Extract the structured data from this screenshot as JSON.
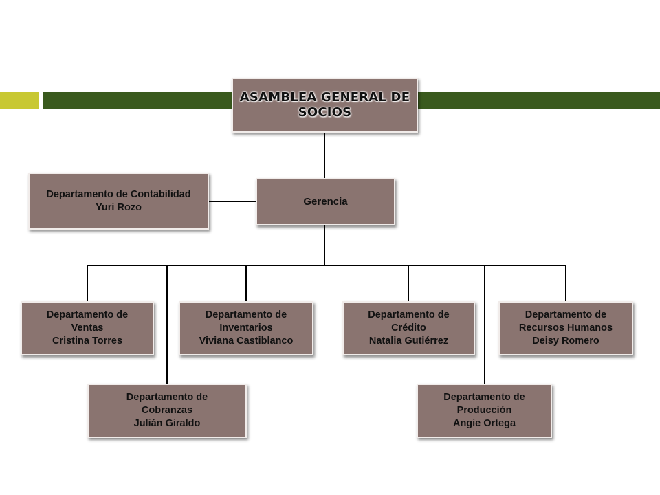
{
  "decor": {
    "accent_yellow": "#c8c832",
    "accent_green": "#3a5a1e",
    "box_fill": "#8a7470",
    "box_border": "#f1ecea"
  },
  "org": {
    "asamblea": {
      "line1": "ASAMBLEA GENERAL DE",
      "line2": "SOCIOS"
    },
    "gerencia": {
      "label": "Gerencia"
    },
    "contabilidad": {
      "line1": "Departamento de Contabilidad",
      "line2": "Yuri Rozo"
    },
    "ventas": {
      "line1": "Departamento de",
      "line2": "Ventas",
      "line3": "Cristina Torres"
    },
    "inventarios": {
      "line1": "Departamento de",
      "line2": "Inventarios",
      "line3": "Viviana Castiblanco"
    },
    "credito": {
      "line1": "Departamento de",
      "line2": "Crédito",
      "line3": "Natalia Gutiérrez"
    },
    "recursos_humanos": {
      "line1": "Departamento de",
      "line2": "Recursos Humanos",
      "line3": "Deisy Romero"
    },
    "cobranzas": {
      "line1": "Departamento de",
      "line2": "Cobranzas",
      "line3": "Julián Giraldo"
    },
    "produccion": {
      "line1": "Departamento de",
      "line2": "Producción",
      "line3": "Angie Ortega"
    }
  }
}
